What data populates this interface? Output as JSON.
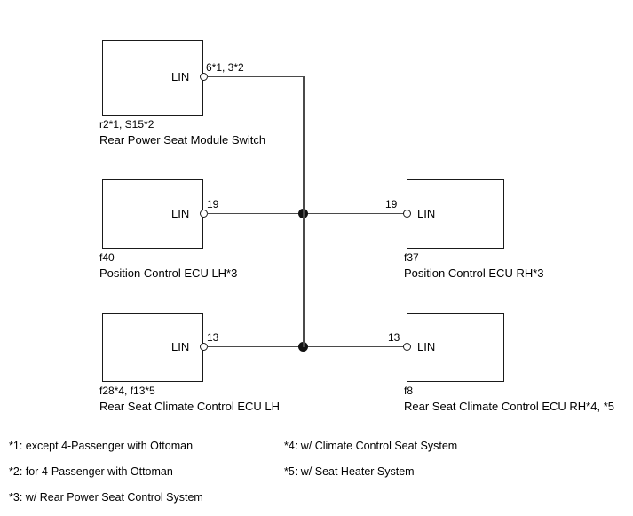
{
  "diagram": {
    "type": "lin-communication-wiring-diagram",
    "line_color": "#4a4a4a",
    "box_border_color": "#1a1a1a",
    "junction_color": "#111111",
    "nodes": [
      {
        "id": "rear-power-seat-module-switch",
        "pin_name": "LIN",
        "pin_number": "6*1, 3*2",
        "code": "r2*1, S15*2",
        "name": "Rear Power Seat Module Switch",
        "side": "left"
      },
      {
        "id": "position-control-ecu-lh",
        "pin_name": "LIN",
        "pin_number": "19",
        "code": "f40",
        "name": "Position Control ECU LH*3",
        "side": "left"
      },
      {
        "id": "position-control-ecu-rh",
        "pin_name": "LIN",
        "pin_number": "19",
        "code": "f37",
        "name": "Position Control ECU RH*3",
        "side": "right"
      },
      {
        "id": "rear-seat-climate-control-ecu-lh",
        "pin_name": "LIN",
        "pin_number": "13",
        "code": "f28*4, f13*5",
        "name": "Rear Seat Climate Control ECU LH",
        "side": "left"
      },
      {
        "id": "rear-seat-climate-control-ecu-rh",
        "pin_name": "LIN",
        "pin_number": "13",
        "code": "f8",
        "name": "Rear Seat Climate Control ECU RH*4, *5",
        "side": "right"
      }
    ]
  },
  "footnotes": {
    "column_left": [
      "*1: except 4-Passenger with Ottoman",
      "*2: for 4-Passenger with Ottoman",
      "*3: w/ Rear Power Seat Control System"
    ],
    "column_right": [
      "*4: w/ Climate Control Seat System",
      "*5: w/ Seat Heater System"
    ]
  }
}
